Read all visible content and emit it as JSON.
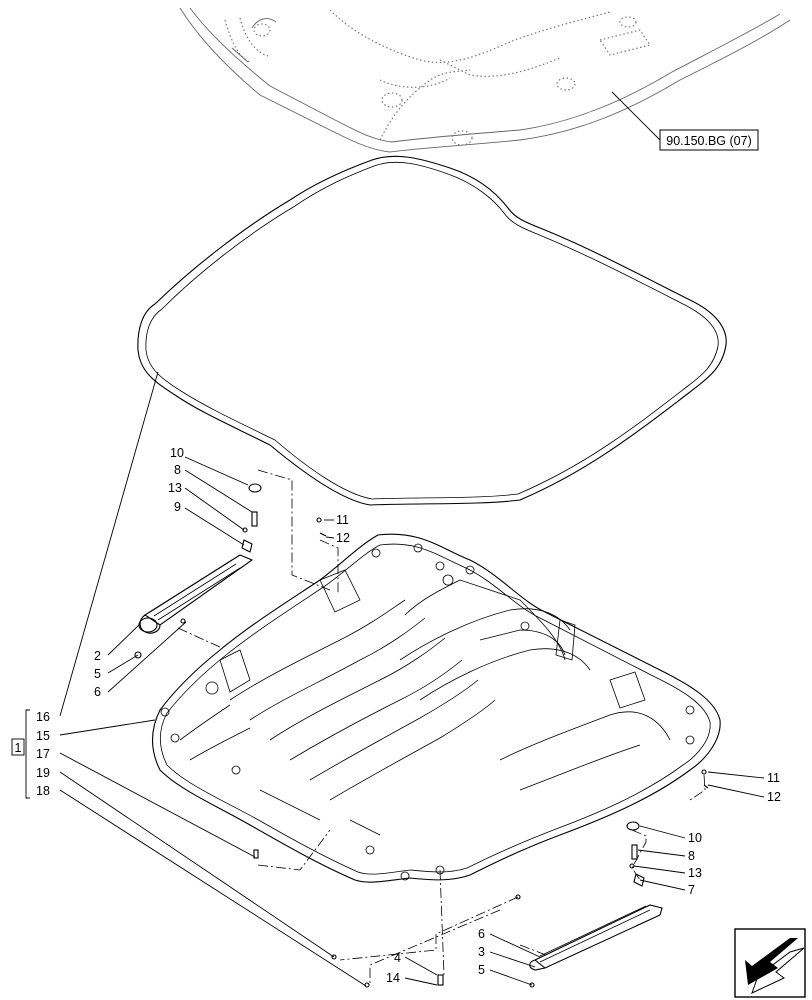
{
  "reference_box": "90.150.BG (07)",
  "group_label": "1",
  "callouts": {
    "c10a": "10",
    "c8a": "8",
    "c13a": "13",
    "c9": "9",
    "c11a": "11",
    "c12a": "12",
    "c2": "2",
    "c5a": "5",
    "c6a": "6",
    "c16": "16",
    "c15": "15",
    "c17": "17",
    "c19": "19",
    "c18": "18",
    "c11b": "11",
    "c12b": "12",
    "c10b": "10",
    "c8b": "8",
    "c13b": "13",
    "c7": "7",
    "c6b": "6",
    "c3": "3",
    "c5b": "5",
    "c4": "4",
    "c14": "14"
  },
  "icons": {
    "corner": "view-direction-arrow-icon"
  }
}
